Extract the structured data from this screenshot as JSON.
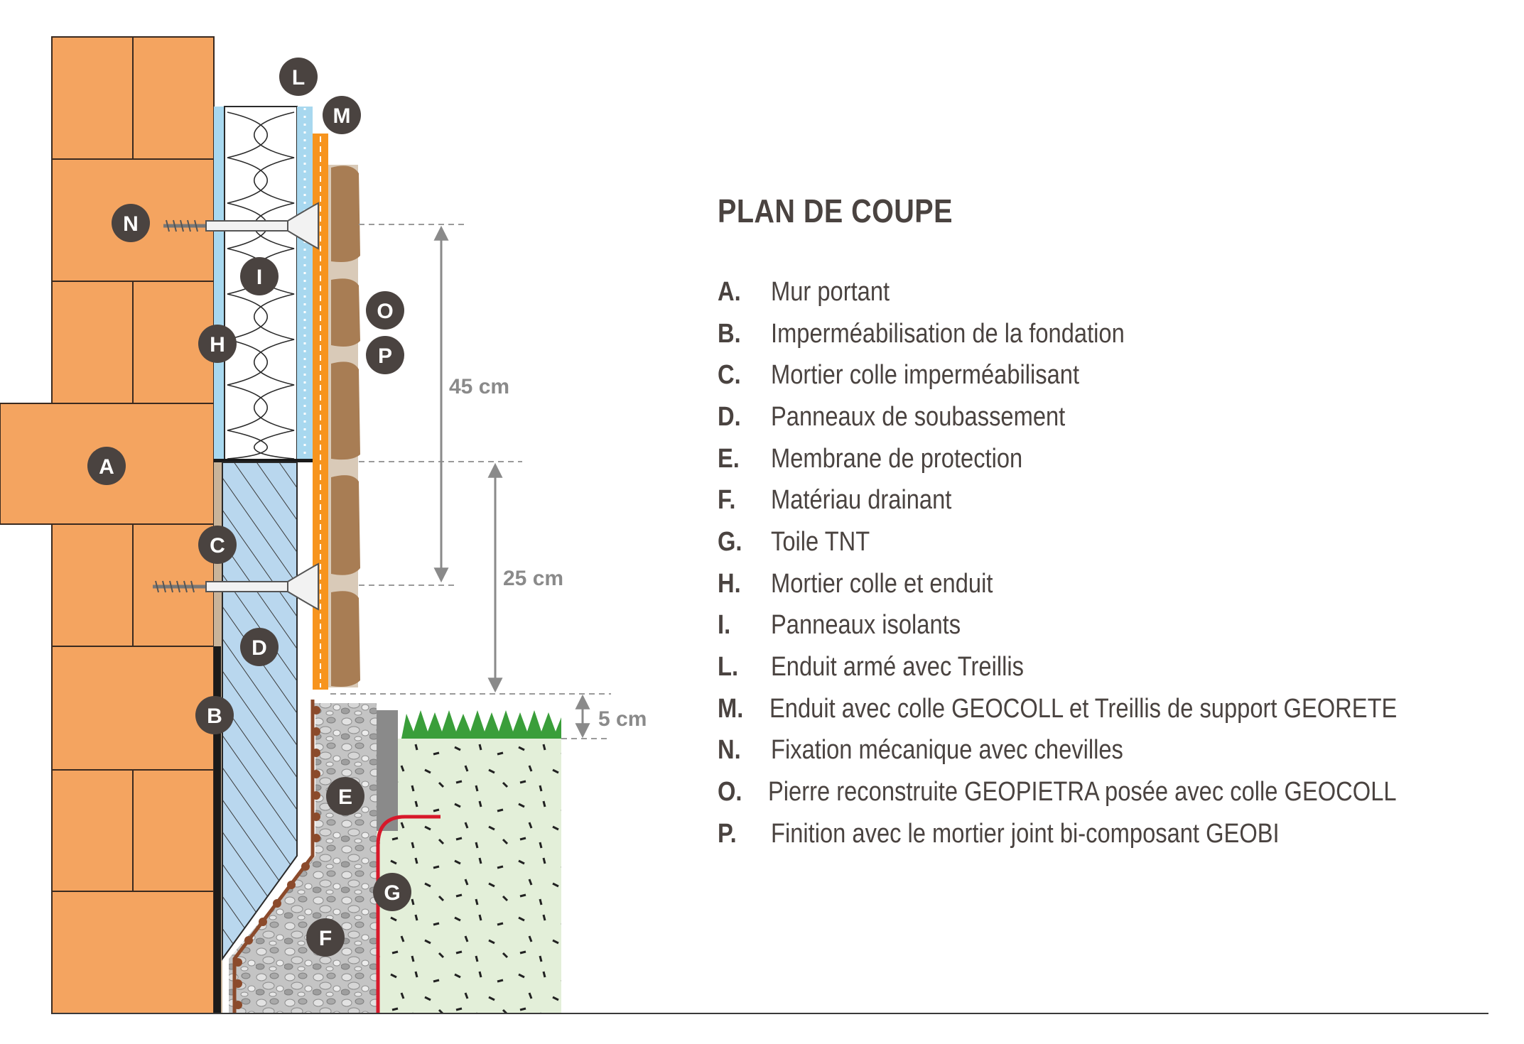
{
  "title": "PLAN DE COUPE",
  "colors": {
    "brick": "#f4a460",
    "brick_line": "#3a2a20",
    "insulation_blue": "#a8d8ef",
    "base_panel": "#b9d7ee",
    "orange_render": "#f7941d",
    "stone": "#a87d54",
    "gravel": "#bfbfbf",
    "grass": "#3a9e3a",
    "soil": "#e3efd9",
    "membrane_red": "#d7182a",
    "badge": "#4a4340",
    "dim_gray": "#8a8a8a"
  },
  "legend": [
    {
      "letter": "A.",
      "text": "Mur portant"
    },
    {
      "letter": "B.",
      "text": "Imperméabilisation de la fondation"
    },
    {
      "letter": "C.",
      "text": "Mortier colle imperméabilisant"
    },
    {
      "letter": "D.",
      "text": "Panneaux de soubassement"
    },
    {
      "letter": "E.",
      "text": "Membrane de protection"
    },
    {
      "letter": "F.",
      "text": "Matériau drainant"
    },
    {
      "letter": "G.",
      "text": "Toile TNT"
    },
    {
      "letter": "H.",
      "text": "Mortier colle et enduit"
    },
    {
      "letter": "I.",
      "text": "Panneaux isolants"
    },
    {
      "letter": "L.",
      "text": "Enduit armé avec Treillis"
    },
    {
      "letter": "M.",
      "text": "Enduit avec colle GEOCOLL et Treillis de support GEORETE"
    },
    {
      "letter": "N.",
      "text": "Fixation mécanique avec chevilles"
    },
    {
      "letter": "O.",
      "text": "Pierre reconstruite GEOPIETRA posée avec colle GEOCOLL"
    },
    {
      "letter": "P.",
      "text": "Finition avec le mortier joint bi-composant GEOBI"
    }
  ],
  "badges": {
    "A": "A",
    "B": "B",
    "C": "C",
    "D": "D",
    "E": "E",
    "F": "F",
    "G": "G",
    "H": "H",
    "I": "I",
    "L": "L",
    "M": "M",
    "N": "N",
    "O": "O",
    "P": "P"
  },
  "dimensions": {
    "upper": "45 cm",
    "lower": "25 cm",
    "ground": "5 cm"
  }
}
